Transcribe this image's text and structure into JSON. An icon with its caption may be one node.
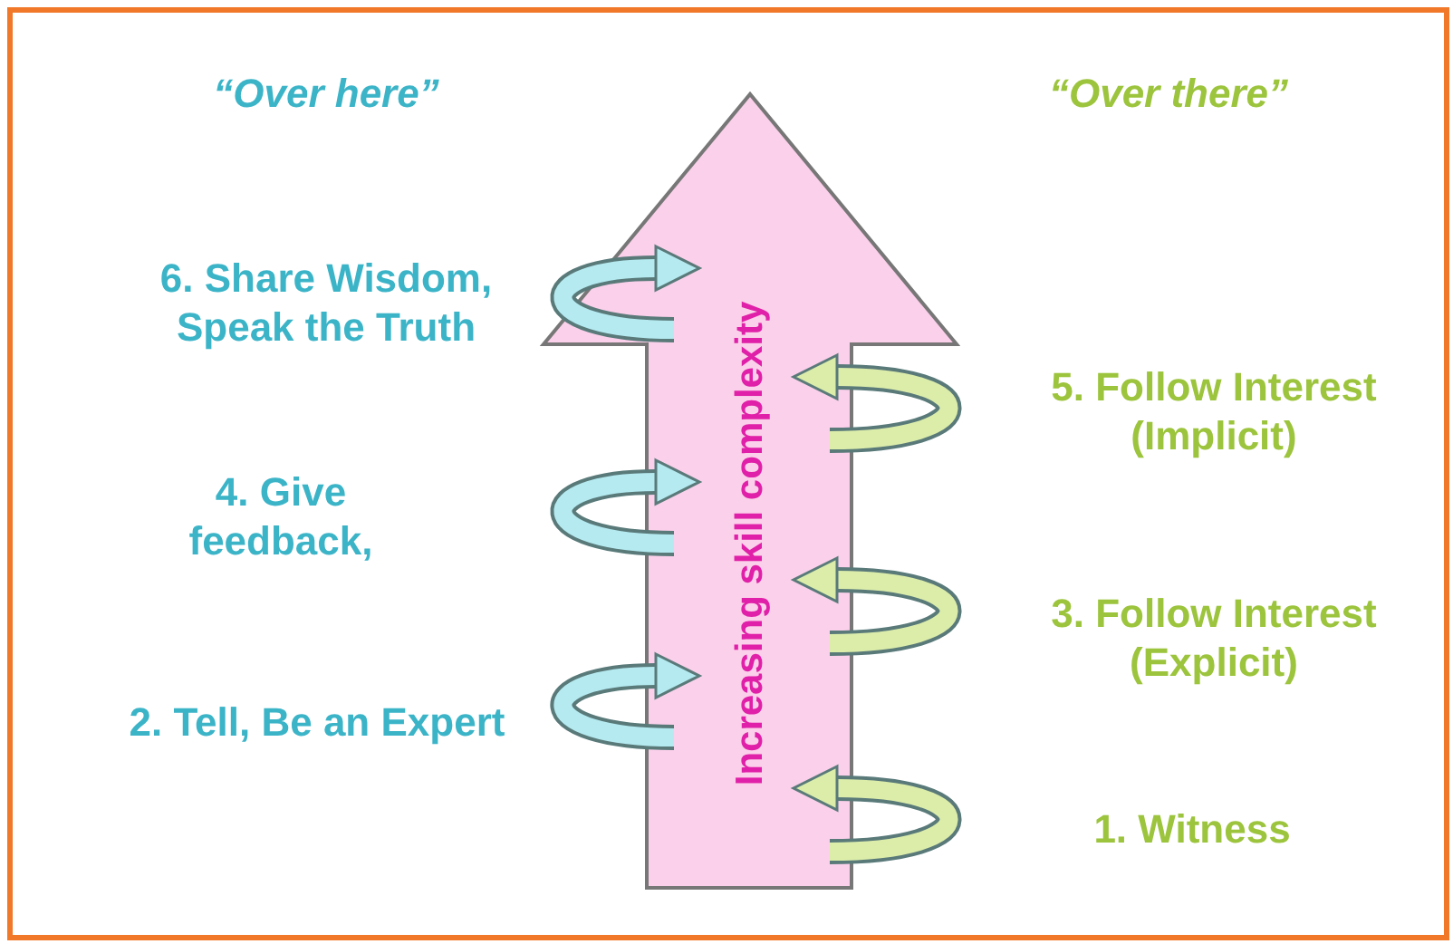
{
  "diagram": {
    "nodes": [
      {
        "text": [
          "Increasing skill complexity"
        ]
      }
    ],
    "labels": [
      "“Over here”",
      "“Over there”",
      "6. Share Wisdom, Speak the Truth",
      "5. Follow Interest (Implicit)",
      "4. Give feedback,",
      "3. Follow Interest (Explicit)",
      "2. Tell, Be an Expert",
      "1. Witness"
    ]
  }
}
